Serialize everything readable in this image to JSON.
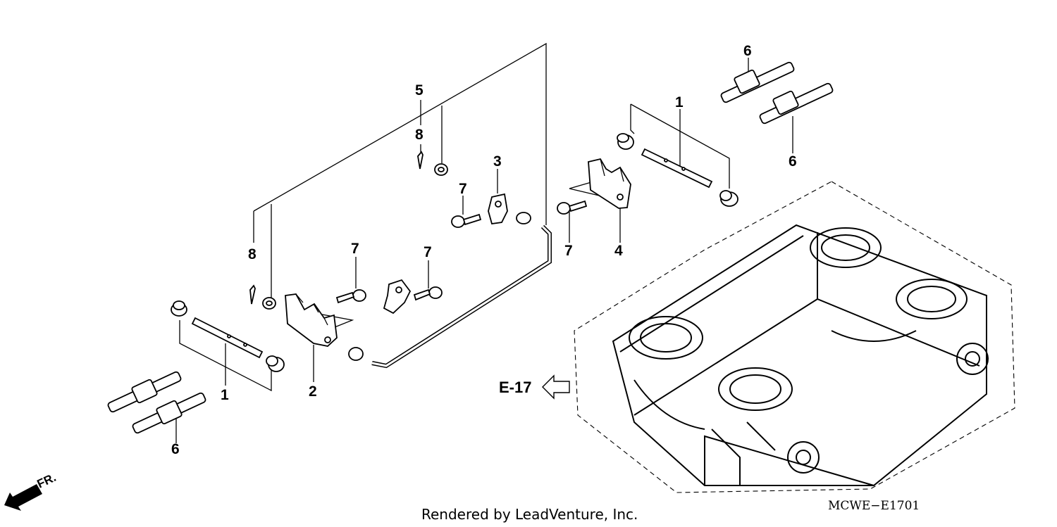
{
  "callouts": {
    "c1_left": "1",
    "c2": "2",
    "c3": "3",
    "c4": "4",
    "c5": "5",
    "c6_left": "6",
    "c6_top": "6",
    "c6_right": "6",
    "c7_a": "7",
    "c7_b": "7",
    "c7_c": "7",
    "c7_d": "7",
    "c8_left": "8",
    "c8_top": "8",
    "c1_right": "1"
  },
  "reference": {
    "label": "E-17"
  },
  "direction": {
    "label": "FR."
  },
  "diagram_code": "MCWE−E1701",
  "credit": "Rendered by LeadVenture, Inc."
}
